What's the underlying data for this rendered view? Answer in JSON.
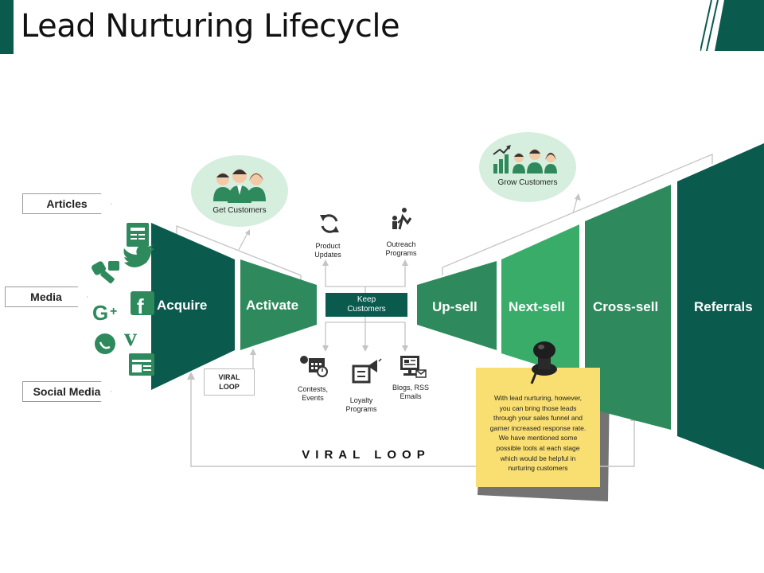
{
  "title": "Lead Nurturing Lifecycle",
  "sources": {
    "articles": "Articles",
    "media": "Media",
    "social_media": "Social Media"
  },
  "stages": {
    "acquire": "Acquire",
    "activate": "Activate",
    "upsell": "Up-sell",
    "nextsell": "Next-sell",
    "crosssell": "Cross-sell",
    "referrals": "Referrals"
  },
  "get_customers": "Get Customers",
  "grow_customers": "Grow Customers",
  "keep_customers": [
    "Keep",
    "Customers"
  ],
  "tools": {
    "product_updates": [
      "Product",
      "Updates"
    ],
    "outreach_programs": [
      "Outreach",
      "Programs"
    ],
    "contests_events": [
      "Contests,",
      "Events"
    ],
    "loyalty_programs": [
      "Loyalty",
      "Programs"
    ],
    "blogs_rss": [
      "Blogs, RSS",
      "Emails"
    ]
  },
  "viral_loop_box": [
    "VIRAL",
    "LOOP"
  ],
  "viral_loop_banner": "VIRAL LOOP",
  "note_lines": [
    "With lead nurturing, however,",
    "you can bring those leads",
    "through your sales funnel and",
    "garner increased response rate.",
    "We have mentioned some",
    "possible tools at each stage",
    "which would be helpful in",
    "nurturing customers"
  ],
  "colors": {
    "dark_green": "#0b5a4e",
    "mid_green": "#2e8a5c",
    "bright_green": "#3aac6a",
    "circle_fill": "#d6eedd",
    "note_yellow": "#f9df72"
  }
}
